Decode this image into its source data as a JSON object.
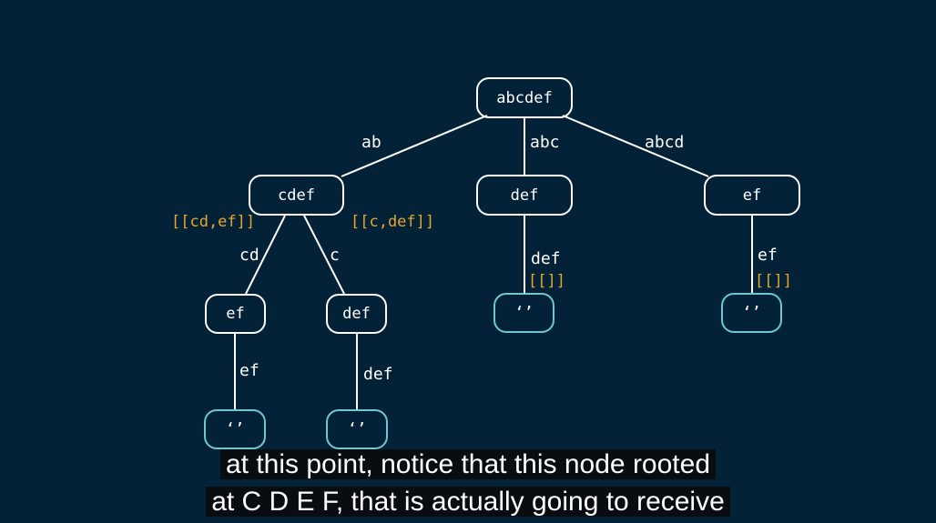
{
  "tree": {
    "nodes": {
      "root": "abcdef",
      "cdef": "cdef",
      "def_mid": "def",
      "ef_right": "ef",
      "ef_child": "ef",
      "def_child": "def",
      "leaf_mid": "‘’",
      "leaf_right": "‘’",
      "leaf_ef": "‘’",
      "leaf_def": "‘’"
    },
    "edges": {
      "root_cdef": "ab",
      "root_def": "abc",
      "root_ef": "abcd",
      "cdef_ef": "cd",
      "cdef_def": "c",
      "def_leaf": "def",
      "ef_leaf": "ef",
      "efchild_leaf": "ef",
      "defchild_leaf": "def"
    },
    "memo": {
      "cdef_left": "[[cd,ef]]",
      "cdef_right": "[[c,def]]",
      "def_mid": "[[]]",
      "ef_right": "[[]]"
    },
    "colors": {
      "background": "#042237",
      "node_border": "#ffffff",
      "leaf_border": "#6fc8d0",
      "memo_text": "#e3a72f"
    }
  },
  "subtitle": {
    "line1": "at this point, notice that this node rooted",
    "line2": "at C D E F, that is actually going to receive"
  }
}
